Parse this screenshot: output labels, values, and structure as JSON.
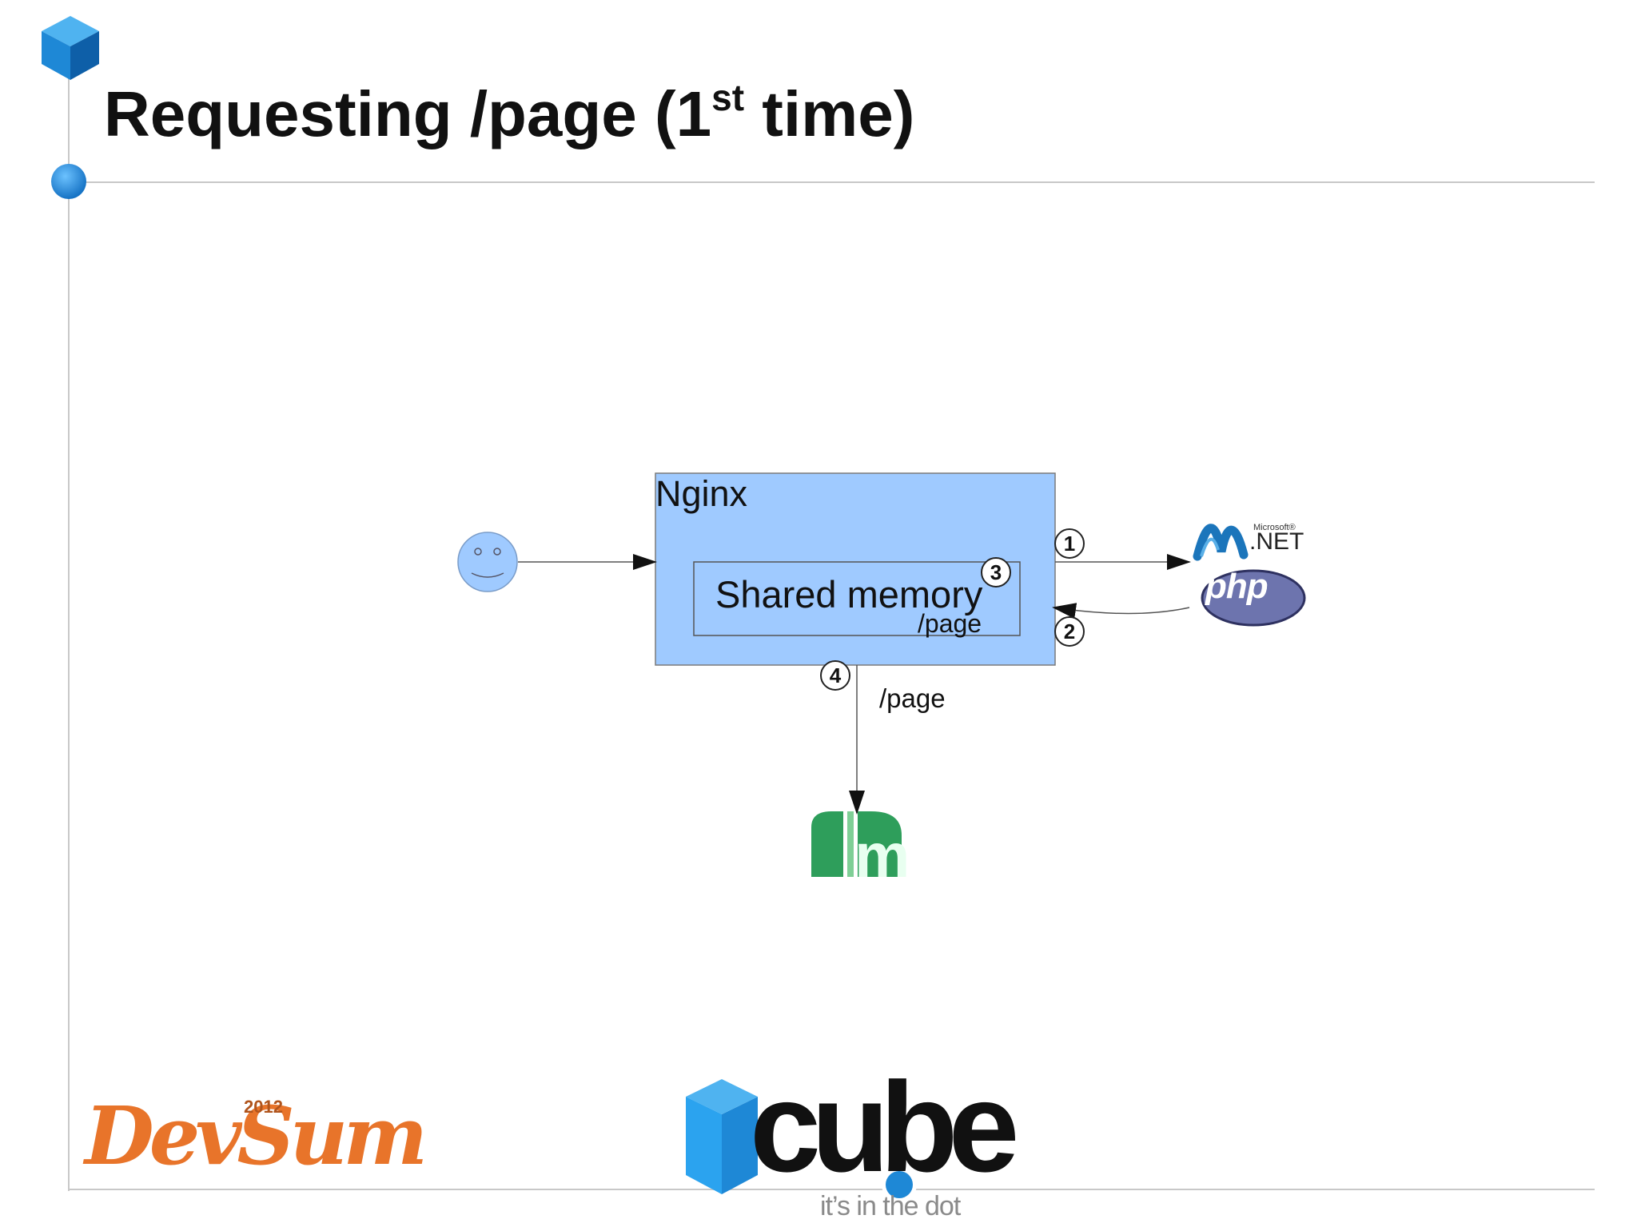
{
  "slide": {
    "title": "Requesting /page (1",
    "title_superscript": "st",
    "title_end": " time)"
  },
  "diagram": {
    "nginx": {
      "label": "Nginx"
    },
    "shared_memory": {
      "label": "Shared memory",
      "sublabel": "/page"
    },
    "flow_label_page": "/page",
    "steps": [
      "1",
      "2",
      "3",
      "4"
    ],
    "backends": {
      "dotnet_small": "Microsoft®",
      "dotnet_main": ".NET",
      "php": "php"
    }
  },
  "branding": {
    "devsum_text": "DevSum",
    "devsum_year": "2012",
    "cube_word": "cube",
    "tagline": "it’s in the dot"
  },
  "colors": {
    "accent_blue": "#1e88d6",
    "nginx_fill": "#9fcaff",
    "memcached_green": "#2e9e5b",
    "php_purple": "#6d74ae",
    "devsum_orange": "#e8742a"
  },
  "icons": [
    "user-face-icon",
    "dotnet-logo-icon",
    "php-logo-icon",
    "memcached-logo-icon",
    "cube-logo-icon"
  ]
}
